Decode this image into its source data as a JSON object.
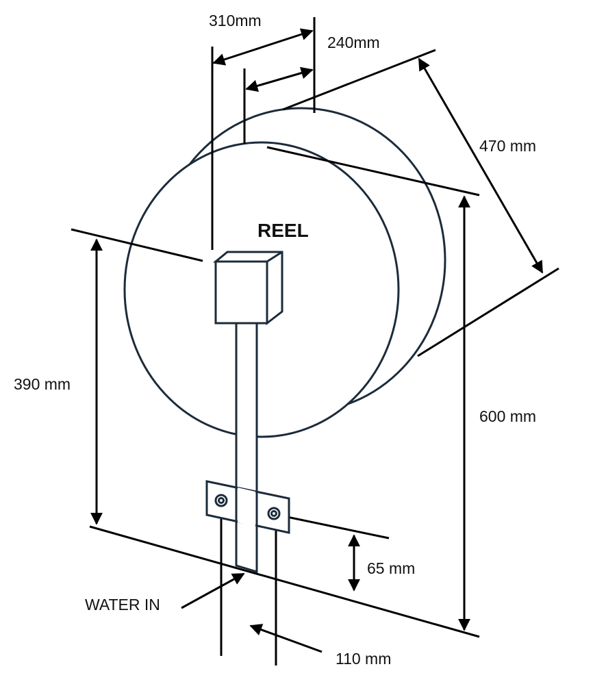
{
  "title": "REEL",
  "dimensions": {
    "depth_outer": "310mm",
    "depth_inner": "240mm",
    "diameter": "470 mm",
    "mount_height": "390 mm",
    "total_height": "600 mm",
    "plate_height": "65 mm",
    "hole_spacing": "110 mm"
  },
  "labels": {
    "water_in": "WATER IN"
  },
  "colors": {
    "outline": "#1c2b3a",
    "dimension": "#000000"
  }
}
